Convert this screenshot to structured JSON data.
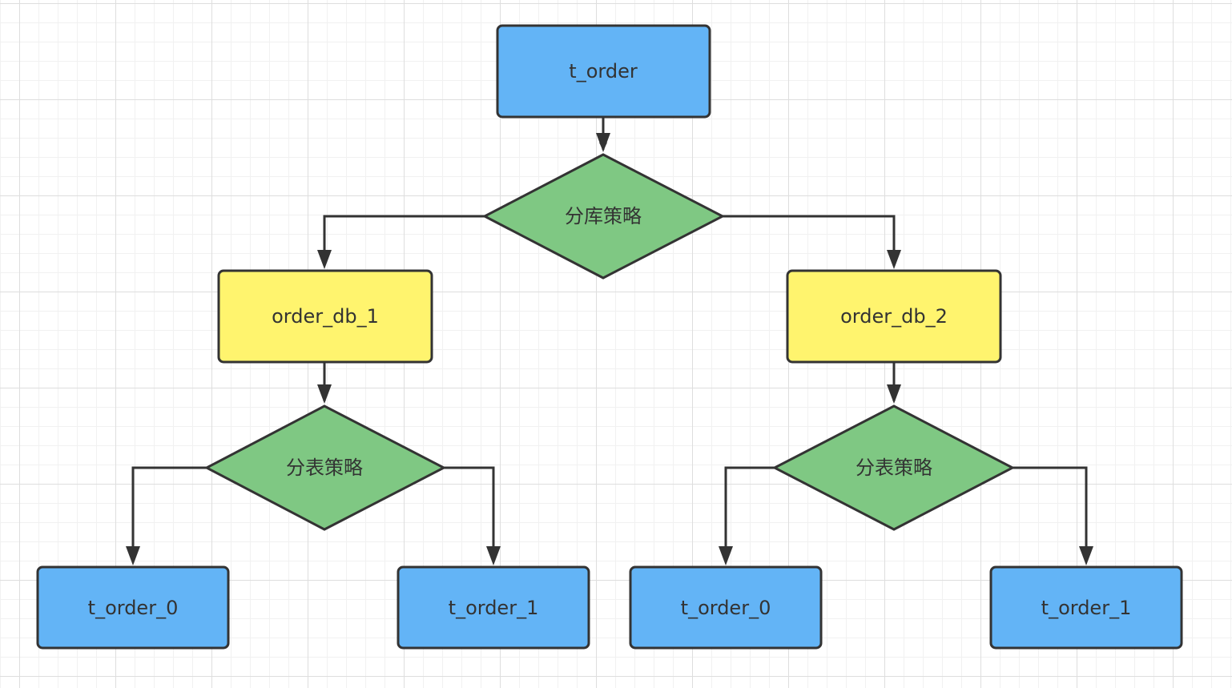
{
  "colors": {
    "table_fill": "#63B4F6",
    "database_fill": "#FFF46E",
    "strategy_fill": "#7FC883",
    "stroke": "#333333",
    "text": "#333333"
  },
  "nodes": {
    "root": {
      "label": "t_order"
    },
    "db_strategy": {
      "label": "分库策略"
    },
    "db1": {
      "label": "order_db_1"
    },
    "db2": {
      "label": "order_db_2"
    },
    "table_strategy_1": {
      "label": "分表策略"
    },
    "table_strategy_2": {
      "label": "分表策略"
    },
    "db1_t0": {
      "label": "t_order_0"
    },
    "db1_t1": {
      "label": "t_order_1"
    },
    "db2_t0": {
      "label": "t_order_0"
    },
    "db2_t1": {
      "label": "t_order_1"
    }
  },
  "edges": [
    {
      "from": "root",
      "to": "db_strategy"
    },
    {
      "from": "db_strategy",
      "to": "db1"
    },
    {
      "from": "db_strategy",
      "to": "db2"
    },
    {
      "from": "db1",
      "to": "table_strategy_1"
    },
    {
      "from": "db2",
      "to": "table_strategy_2"
    },
    {
      "from": "table_strategy_1",
      "to": "db1_t0"
    },
    {
      "from": "table_strategy_1",
      "to": "db1_t1"
    },
    {
      "from": "table_strategy_2",
      "to": "db2_t0"
    },
    {
      "from": "table_strategy_2",
      "to": "db2_t1"
    }
  ]
}
